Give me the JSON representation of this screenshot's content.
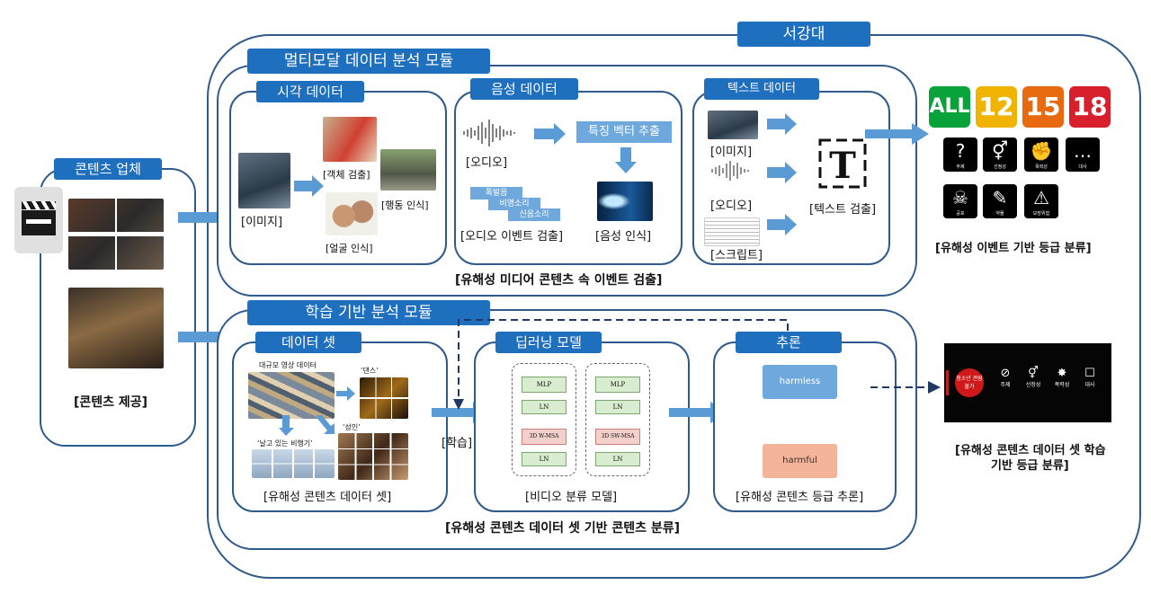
{
  "top_tab": "서강대",
  "multimodal": {
    "title": "멀티모달 데이터 분석 모듈",
    "visual": {
      "title": "시각 데이터",
      "image_label": "[이미지]",
      "object": "[객체 검출]",
      "face": "[얼굴 인식]",
      "action": "[행동 인식]"
    },
    "audio": {
      "title": "음성 데이터",
      "audio_label": "[오디오]",
      "feature": "특징 벡터 추출",
      "events": [
        "폭발음",
        "비명소리",
        "신음소리"
      ],
      "event_detect": "[오디오 이벤트 검출]",
      "speech": "[음성 인식]"
    },
    "text": {
      "title": "텍스트 데이터",
      "image": "[이미지]",
      "audio": "[오디오]",
      "script": "[스크립트]",
      "detect": "[텍스트 검출]"
    },
    "caption": "[유해성 미디어 콘텐츠 속 이벤트 검출]"
  },
  "content_company": {
    "title": "콘텐츠 업체",
    "provide": "[콘텐츠 제공]"
  },
  "ratings": {
    "badges": [
      {
        "text": "ALL",
        "color": "#0aa33b"
      },
      {
        "text": "12",
        "color": "#f0b400"
      },
      {
        "text": "15",
        "color": "#e86a10"
      },
      {
        "text": "18",
        "color": "#d8202c"
      }
    ],
    "icons": [
      {
        "glyph": "?",
        "name": "주제"
      },
      {
        "glyph": "⚥",
        "name": "선정성"
      },
      {
        "glyph": "✊",
        "name": "폭력성"
      },
      {
        "glyph": "…",
        "name": "대사"
      },
      {
        "glyph": "☠",
        "name": "공포"
      },
      {
        "glyph": "✎",
        "name": "약물"
      },
      {
        "glyph": "⚠",
        "name": "모방위험"
      }
    ],
    "caption": "[유해성 이벤트 기반 등급 분류]"
  },
  "learning": {
    "title": "학습 기반 분석 모듈",
    "dataset": {
      "title": "데이터 셋",
      "big": "대규모 영상 데이터",
      "dance": "‘댄스’",
      "airplane": "‘날고 있는 비행기’",
      "adult": "‘성인’",
      "caption": "[유해성 콘텐츠 데이터 셋]"
    },
    "learn_label": "[학습]",
    "model": {
      "title": "딥러닝 모델",
      "blocks_left": [
        "MLP",
        "LN",
        "3D W-MSA",
        "LN"
      ],
      "blocks_right": [
        "MLP",
        "LN",
        "3D SW-MSA",
        "LN"
      ],
      "caption": "[비디오 분류 모델]"
    },
    "inference": {
      "title": "추론",
      "harmless": "harmless",
      "harmful": "harmful",
      "caption": "[유해성 콘텐츠 등급 추론]"
    },
    "caption": "[유해성 콘텐츠 데이터 셋 기반 콘텐츠 분류]"
  },
  "result": {
    "badge": "청소년 관람불가",
    "items": [
      "주제",
      "선정성",
      "폭력성",
      "대사"
    ],
    "caption_line1": "[유해성 콘텐츠 데이터 셋 학습",
    "caption_line2": "기반 등급 분류]"
  }
}
